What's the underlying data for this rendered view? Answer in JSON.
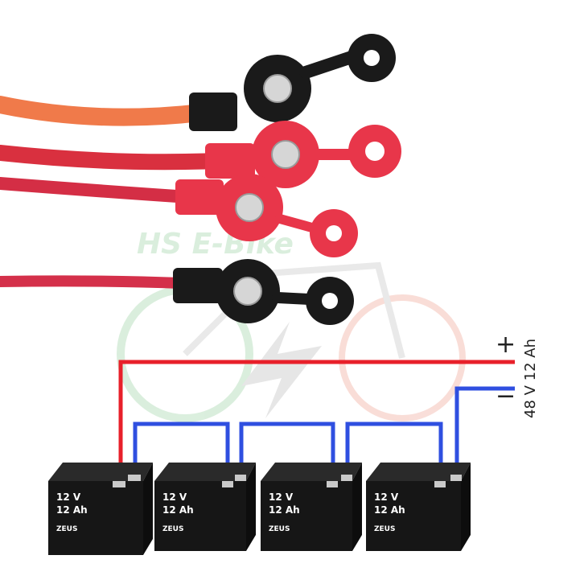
{
  "watermark": {
    "text": "HS E-Bike"
  },
  "cables": [
    {
      "cable_color": "#f07a4a",
      "cap_color": "#1a1a1a",
      "print": ""
    },
    {
      "cable_color": "#d9303f",
      "cap_color": "#e8364a",
      "print": ""
    },
    {
      "cable_color": "#d42e45",
      "cap_color": "#e8364a",
      "print": ""
    },
    {
      "cable_color": "#d4304a",
      "cap_color": "#1a1a1a",
      "print": ""
    }
  ],
  "wiring": {
    "positive_symbol": "+",
    "negative_symbol": "−",
    "spec_label": "48 V 12 Ah",
    "positive_color": "#e8202a",
    "negative_color": "#2f4fe0"
  },
  "batteries": [
    {
      "voltage": "12 V",
      "capacity": "12 Ah",
      "brand": "ZEUS"
    },
    {
      "voltage": "12 V",
      "capacity": "12 Ah",
      "brand": "ZEUS"
    },
    {
      "voltage": "12 V",
      "capacity": "12 Ah",
      "brand": "ZEUS"
    },
    {
      "voltage": "12 V",
      "capacity": "12 Ah",
      "brand": "ZEUS"
    }
  ],
  "colors": {
    "battery_body": "#161616",
    "terminal": "#c9c9c9"
  }
}
